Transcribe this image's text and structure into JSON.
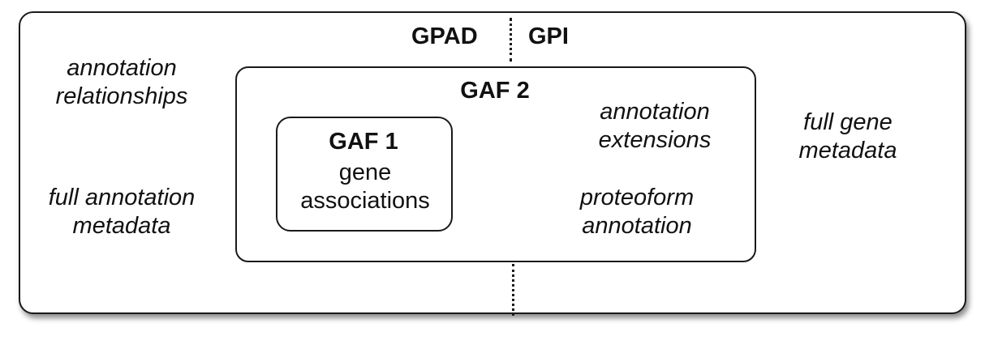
{
  "top_labels": {
    "left": "GPAD",
    "right": "GPI"
  },
  "outer_notes": {
    "top_left": [
      "annotation",
      "relationships"
    ],
    "bottom_left": [
      "full annotation",
      "metadata"
    ],
    "right": [
      "full gene",
      "metadata"
    ]
  },
  "gaf2": {
    "title": "GAF 2",
    "note_top": [
      "annotation",
      "extensions"
    ],
    "note_bottom": [
      "proteoform",
      "annotation"
    ]
  },
  "gaf1": {
    "title": "GAF 1",
    "lines": [
      "gene",
      "associations"
    ]
  }
}
